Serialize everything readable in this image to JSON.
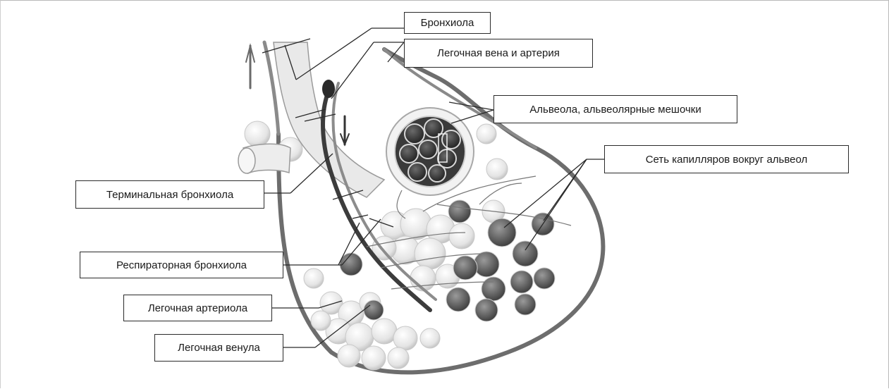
{
  "labels": {
    "bronchiole": "Бронхиола",
    "pulmonary_vein_artery": "Легочная вена и артерия",
    "alveolus_sacs": "Альвеола, альвеолярные мешочки",
    "capillary_network": "Сеть капилляров вокруг альвеол",
    "terminal_bronchiole": "Терминальная бронхиола",
    "respiratory_bronchiole": "Респираторная бронхиола",
    "pulmonary_arteriole": "Легочная артериола",
    "pulmonary_venule": "Легочная венула"
  },
  "colors": {
    "outline": "#2a2a2a",
    "vessel_dark": "#4a4a4a",
    "vessel_light": "#bdbdbd",
    "tissue": "#e6e6e6",
    "alveoli_dark": "#2b2b2b"
  }
}
